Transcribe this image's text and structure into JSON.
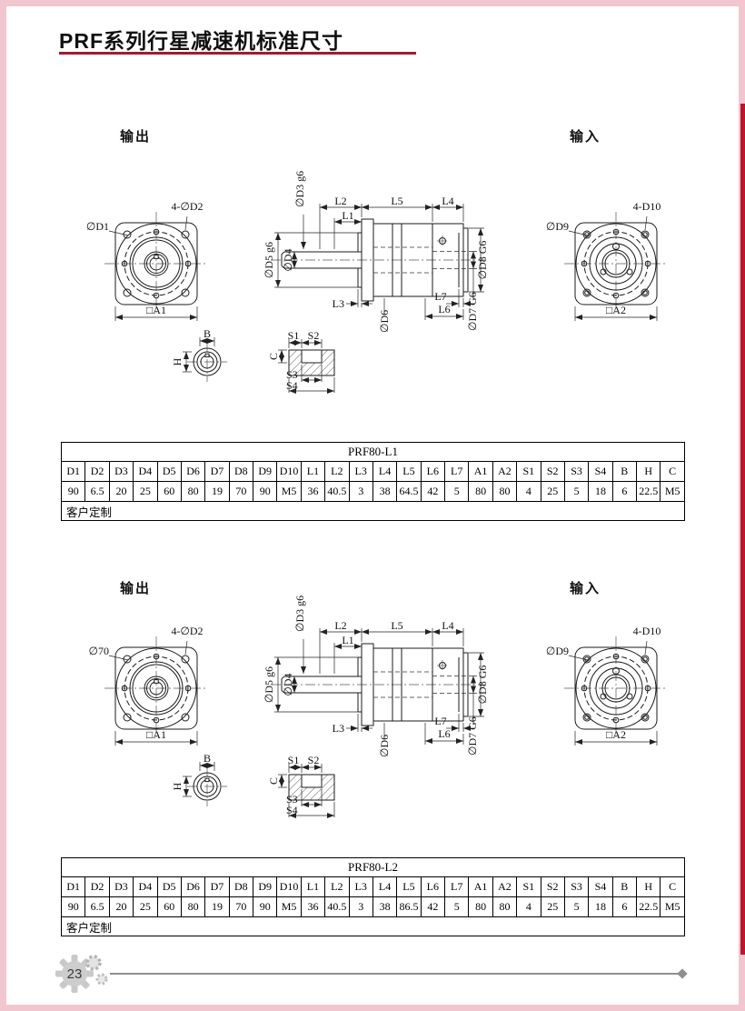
{
  "page": {
    "title": "PRF系列行星减速机标准尺寸",
    "page_number": "23"
  },
  "labels": {
    "output": "输出",
    "input": "输入",
    "front_d2": "4-∅D2",
    "front_a1": "□A1",
    "b": "B",
    "h": "H",
    "l1": "L1",
    "l2": "L2",
    "l3": "L3",
    "l4": "L4",
    "l5": "L5",
    "l6": "L6",
    "l7": "L7",
    "d3": "∅D3 g6",
    "d4": "∅D4",
    "d5": "∅D5 g6",
    "d6": "∅D6",
    "d7": "∅D7 G6",
    "d8": "∅D8 G6",
    "s1": "S1",
    "s2": "S2",
    "s3": "S3",
    "s4": "S4",
    "c": "C",
    "in_d9": "∅D9",
    "in_d10": "4-D10",
    "in_a2": "□A2"
  },
  "sections": [
    {
      "front_d1": "∅D1"
    },
    {
      "front_d1": "∅70"
    }
  ],
  "tables": [
    {
      "title": "PRF80-L1",
      "headers": [
        "D1",
        "D2",
        "D3",
        "D4",
        "D5",
        "D6",
        "D7",
        "D8",
        "D9",
        "D10",
        "L1",
        "L2",
        "L3",
        "L4",
        "L5",
        "L6",
        "L7",
        "A1",
        "A2",
        "S1",
        "S2",
        "S3",
        "S4",
        "B",
        "H",
        "C"
      ],
      "values": [
        "90",
        "6.5",
        "20",
        "25",
        "60",
        "80",
        "19",
        "70",
        "90",
        "M5",
        "36",
        "40.5",
        "3",
        "38",
        "64.5",
        "42",
        "5",
        "80",
        "80",
        "4",
        "25",
        "5",
        "18",
        "6",
        "22.5",
        "M5"
      ],
      "footer": "客户定制"
    },
    {
      "title": "PRF80-L2",
      "headers": [
        "D1",
        "D2",
        "D3",
        "D4",
        "D5",
        "D6",
        "D7",
        "D8",
        "D9",
        "D10",
        "L1",
        "L2",
        "L3",
        "L4",
        "L5",
        "L6",
        "L7",
        "A1",
        "A2",
        "S1",
        "S2",
        "S3",
        "S4",
        "B",
        "H",
        "C"
      ],
      "values": [
        "90",
        "6.5",
        "20",
        "25",
        "60",
        "80",
        "19",
        "70",
        "90",
        "M5",
        "36",
        "40.5",
        "3",
        "38",
        "86.5",
        "42",
        "5",
        "80",
        "80",
        "4",
        "25",
        "5",
        "18",
        "6",
        "22.5",
        "M5"
      ],
      "footer": "客户定制"
    }
  ]
}
